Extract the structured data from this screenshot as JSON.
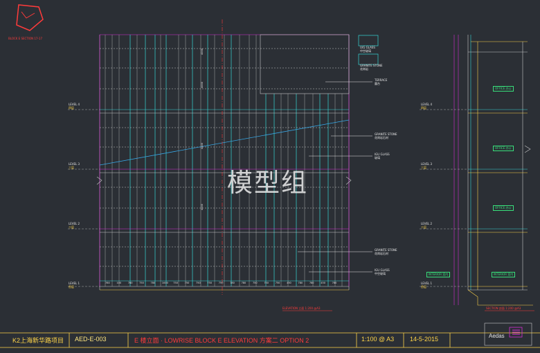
{
  "stamp": {
    "label": "BLOCK E SECTION 17-17"
  },
  "watermark": "模型组",
  "elevation": {
    "title": "ELEVATION 立面 1:200 @A3",
    "levels": [
      {
        "name": "LEVEL 4",
        "cn": "四层"
      },
      {
        "name": "LEVEL 3",
        "cn": "三层"
      },
      {
        "name": "LEVEL 2",
        "cn": "二层"
      },
      {
        "name": "LEVEL 1",
        "cn": "首层"
      }
    ],
    "legend": [
      {
        "title": "U/G GLASS",
        "cn": "中空玻璃"
      },
      {
        "title": "GRANITE STONE",
        "cn": "花岗岩"
      }
    ],
    "callouts": [
      {
        "title": "TERRACE",
        "cn": "露台"
      },
      {
        "title": "GRANITE STONE",
        "cn": "花岗岩石材"
      },
      {
        "title": "IGU GLASS",
        "cn": "玻璃"
      },
      {
        "title": "GRANITE STONE",
        "cn": "花岗岩石材"
      },
      {
        "title": "IGU GLASS",
        "cn": "中空玻璃"
      }
    ],
    "dims_bottom": [
      "780",
      "100",
      "780",
      "750",
      "780",
      "1000",
      "750",
      "750",
      "750",
      "750",
      "750",
      "780",
      "780",
      "750",
      "750",
      "750",
      "450",
      "780",
      "780",
      "450",
      "780"
    ],
    "dims_vertical": [
      "4000",
      "4000",
      "4000",
      "4000"
    ]
  },
  "section": {
    "title": "SECTION 剖面 1:200 @A3",
    "levels": [
      {
        "name": "LEVEL 4",
        "cn": "四层"
      },
      {
        "name": "LEVEL 3",
        "cn": "三层"
      },
      {
        "name": "LEVEL 2",
        "cn": "二层"
      },
      {
        "name": "LEVEL 1",
        "cn": "首层"
      }
    ],
    "office_tags": [
      "OFFICE 办公",
      "OFFICE 办公",
      "OFFICE 办公"
    ],
    "interior_tags": [
      "INTERIOR 室内",
      "INTERIOR 室内"
    ]
  },
  "titleblock": {
    "project": "K2上海新华路项目",
    "sheet_no": "AED-E-003",
    "sheet_title": "E 楼立面  ·  LOWRISE BLOCK E ELEVATION 方案二  OPTION 2",
    "scale": "1:100 @ A3",
    "date": "14-5-2015",
    "firm": "Aedas"
  },
  "colors": {
    "background": "#2b2f35",
    "grid_white": "#c9c9c9",
    "cyan": "#37d6d6",
    "magenta": "#d62cd6",
    "red": "#ff3b3b",
    "yellow": "#ffd54a",
    "green": "#38e07b"
  }
}
